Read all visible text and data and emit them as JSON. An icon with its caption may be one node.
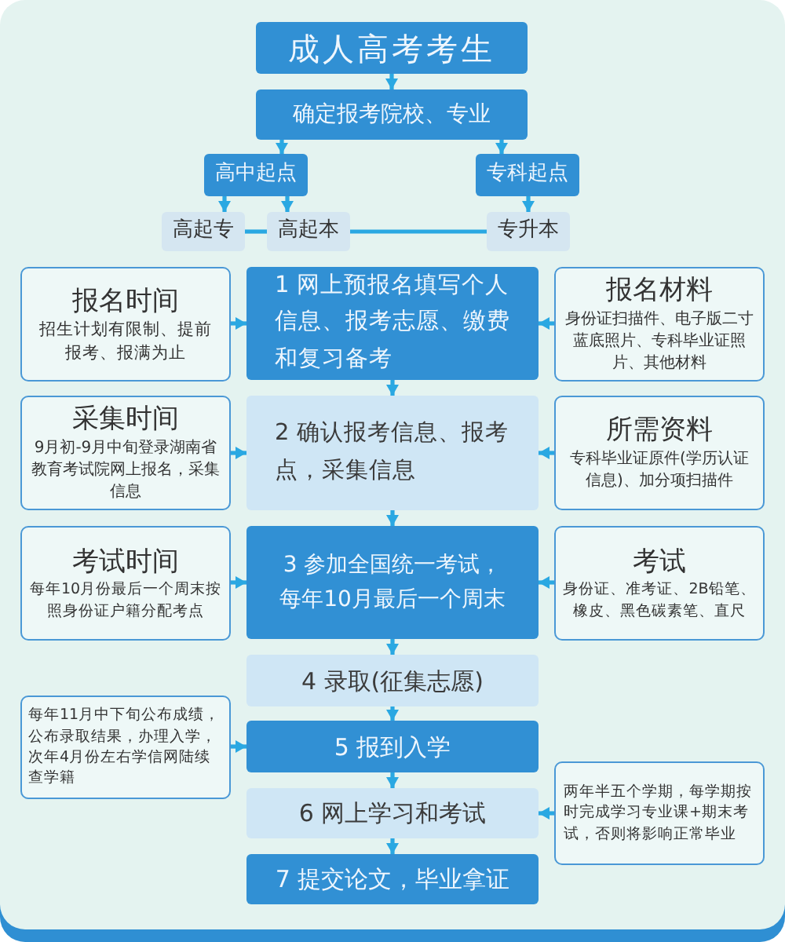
{
  "diagram": {
    "nodes": [
      {
        "text": [
          "成人高考考生"
        ]
      },
      {
        "text": [
          "确定报考院校、专业"
        ]
      },
      {
        "text": [
          "高中起点"
        ]
      },
      {
        "text": [
          "专科起点"
        ]
      },
      {
        "text": [
          "高起专"
        ]
      },
      {
        "text": [
          "高起本"
        ]
      },
      {
        "text": [
          "专升本"
        ]
      },
      {
        "text": [
          "报名时间",
          "招生计划有限制、提前报考、报满为止"
        ]
      },
      {
        "text": [
          "1 网上预报名填写个人信息、报考志愿、缴费和复习备考"
        ]
      },
      {
        "text": [
          "报名材料",
          "身份证扫描件、电子版二寸蓝底照片、专科毕业证照片、其他材料"
        ]
      },
      {
        "text": [
          "采集时间",
          "9月初-9月中旬登录湖南省教育考试院网上报名，采集信息"
        ]
      },
      {
        "text": [
          "2 确认报考信息、报考点，采集信息"
        ]
      },
      {
        "text": [
          "所需资料",
          "专科毕业证原件(学历认证信息)、加分项扫描件"
        ]
      },
      {
        "text": [
          "考试时间",
          "每年10月份最后一个周末按照身份证户籍分配考点"
        ]
      },
      {
        "text": [
          "3 参加全国统一考试，每年10月最后一个周末"
        ]
      },
      {
        "text": [
          "考试",
          "身份证、准考证、2B铅笔、橡皮、黑色碳素笔、直尺"
        ]
      },
      {
        "text": [
          "4 录取(征集志愿)"
        ]
      },
      {
        "text": [
          "每年11月中下旬公布成绩，公布录取结果，办理入学，次年4月份左右学信网陆续查学籍"
        ]
      },
      {
        "text": [
          "5 报到入学"
        ]
      },
      {
        "text": [
          "6 网上学习和考试"
        ]
      },
      {
        "text": [
          "两年半五个学期，每学期按时完成学习专业课+期末考试，否则将影响正常毕业"
        ]
      },
      {
        "text": [
          "7 提交论文，毕业拿证"
        ]
      }
    ],
    "edges": [
      {
        "from": 0,
        "to": 1,
        "arrow": "to"
      },
      {
        "from": 1,
        "to": 2,
        "arrow": "to"
      },
      {
        "from": 1,
        "to": 3,
        "arrow": "to"
      },
      {
        "from": 2,
        "to": 4,
        "arrow": "to"
      },
      {
        "from": 2,
        "to": 5,
        "arrow": "to"
      },
      {
        "from": 3,
        "to": 6,
        "arrow": "to"
      },
      {
        "from": 4,
        "to": 5,
        "arrow": "none"
      },
      {
        "from": 5,
        "to": 6,
        "arrow": "none"
      },
      {
        "from": 7,
        "to": 8,
        "arrow": "to"
      },
      {
        "from": 9,
        "to": 8,
        "arrow": "to"
      },
      {
        "from": 8,
        "to": 11,
        "arrow": "to"
      },
      {
        "from": 10,
        "to": 11,
        "arrow": "to"
      },
      {
        "from": 12,
        "to": 11,
        "arrow": "to"
      },
      {
        "from": 11,
        "to": 14,
        "arrow": "to"
      },
      {
        "from": 13,
        "to": 14,
        "arrow": "to"
      },
      {
        "from": 15,
        "to": 14,
        "arrow": "to"
      },
      {
        "from": 14,
        "to": 16,
        "arrow": "to"
      },
      {
        "from": 16,
        "to": 18,
        "arrow": "to"
      },
      {
        "from": 17,
        "to": 18,
        "arrow": "to"
      },
      {
        "from": 18,
        "to": 19,
        "arrow": "to"
      },
      {
        "from": 20,
        "to": 19,
        "arrow": "to"
      },
      {
        "from": 19,
        "to": 21,
        "arrow": "to"
      }
    ]
  }
}
